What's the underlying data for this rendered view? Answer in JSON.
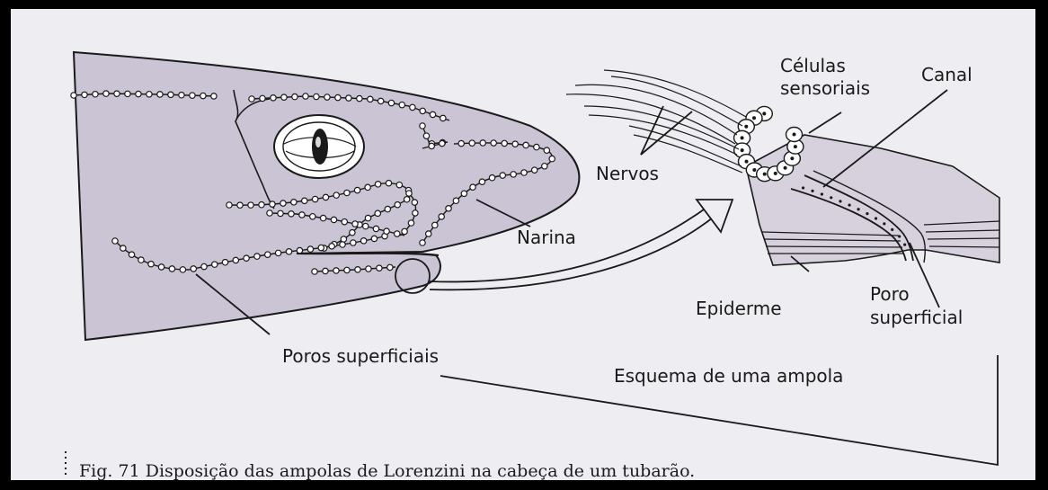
{
  "colors": {
    "frame": "#000000",
    "paper": "#eeeef2",
    "skin": "#cbc4d5",
    "ink": "#1a1a1a",
    "dot_fill": "#ffffff"
  },
  "labels": {
    "celulas_line1": "Células",
    "celulas_line2": "sensoriais",
    "canal": "Canal",
    "nervos": "Nervos",
    "narina": "Narina",
    "epiderme": "Epiderme",
    "poro_line1": "Poro",
    "poro_line2": "superficial",
    "poros_superficiais": "Poros superficiais",
    "esquema": "Esquema de uma ampola"
  },
  "caption": "Fig. 71 Disposição das ampolas de Lorenzini na cabeça de um tubarão."
}
